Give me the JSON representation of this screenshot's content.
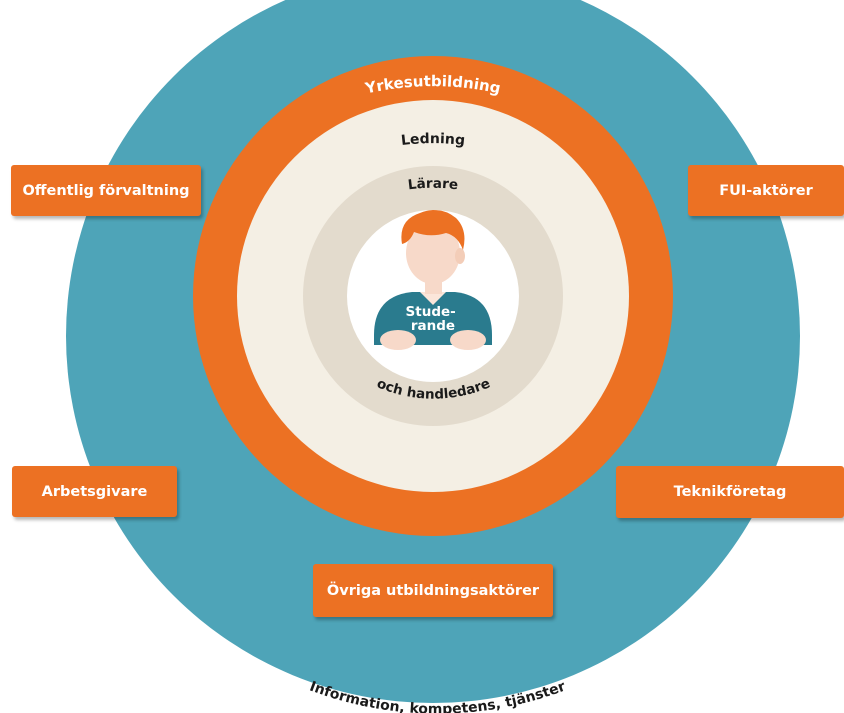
{
  "colors": {
    "outer_circle": "#4ea4b8",
    "orange_ring": "#ec7123",
    "cream_ring": "#f4efe4",
    "beige_ring": "#e3dbcd",
    "center": "#ffffff",
    "text_light": "#ffffff",
    "text_dark": "#1a1a1a"
  },
  "rings": {
    "outer_label": "Information, kompetens, tjänster",
    "orange_label": "Yrkesutbildning",
    "cream_label": "Ledning",
    "beige_label_top": "Lärare",
    "beige_label_bottom": "och handledare",
    "center_label_line1": "Stude-",
    "center_label_line2": "rande"
  },
  "actors": {
    "offentlig": "Offentlig förvaltning",
    "fui": "FUI-aktörer",
    "arbetsgivare": "Arbetsgivare",
    "teknik": "Teknikföretag",
    "ovriga": "Övriga utbildningsaktörer"
  },
  "icons": {
    "student": "student-person-icon"
  }
}
